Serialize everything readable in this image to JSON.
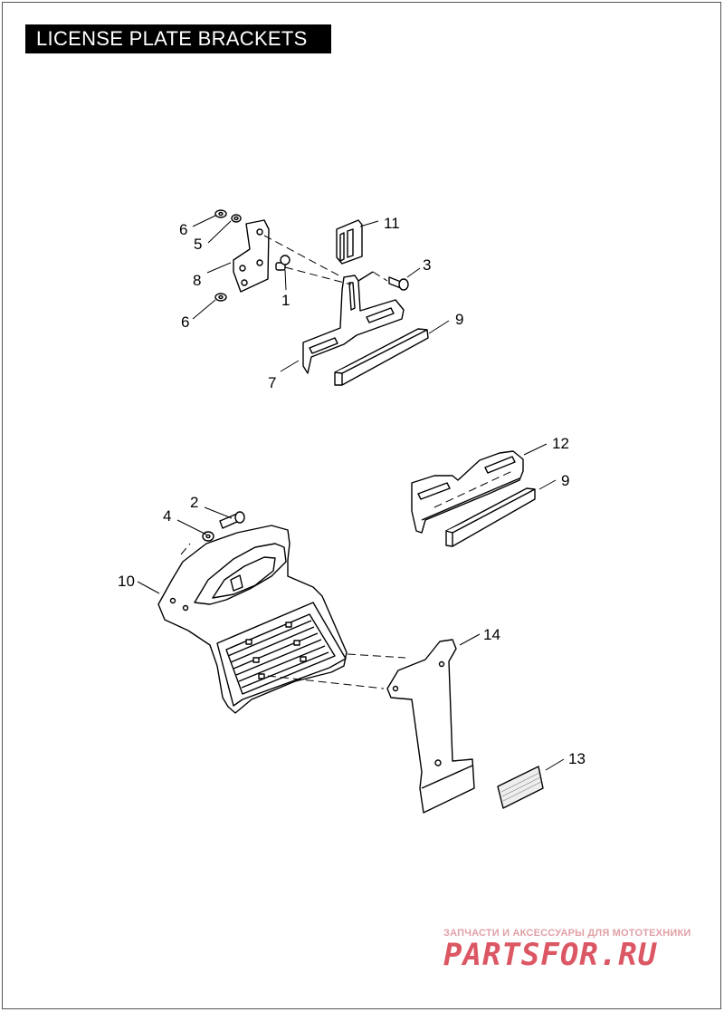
{
  "title": "LICENSE PLATE BRACKETS",
  "callouts": {
    "c1": "1",
    "c2": "2",
    "c3": "3",
    "c4": "4",
    "c5": "5",
    "c6a": "6",
    "c6b": "6",
    "c7": "7",
    "c8": "8",
    "c9a": "9",
    "c9b": "9",
    "c10": "10",
    "c11": "11",
    "c12": "12",
    "c13": "13",
    "c14": "14"
  },
  "watermark": {
    "tagline": "ЗАПЧАСТИ И АКСЕССУАРЫ ДЛЯ МОТОТЕХНИКИ",
    "logo": "PARTSFOR.RU",
    "logo_color": "#d63a4a"
  }
}
